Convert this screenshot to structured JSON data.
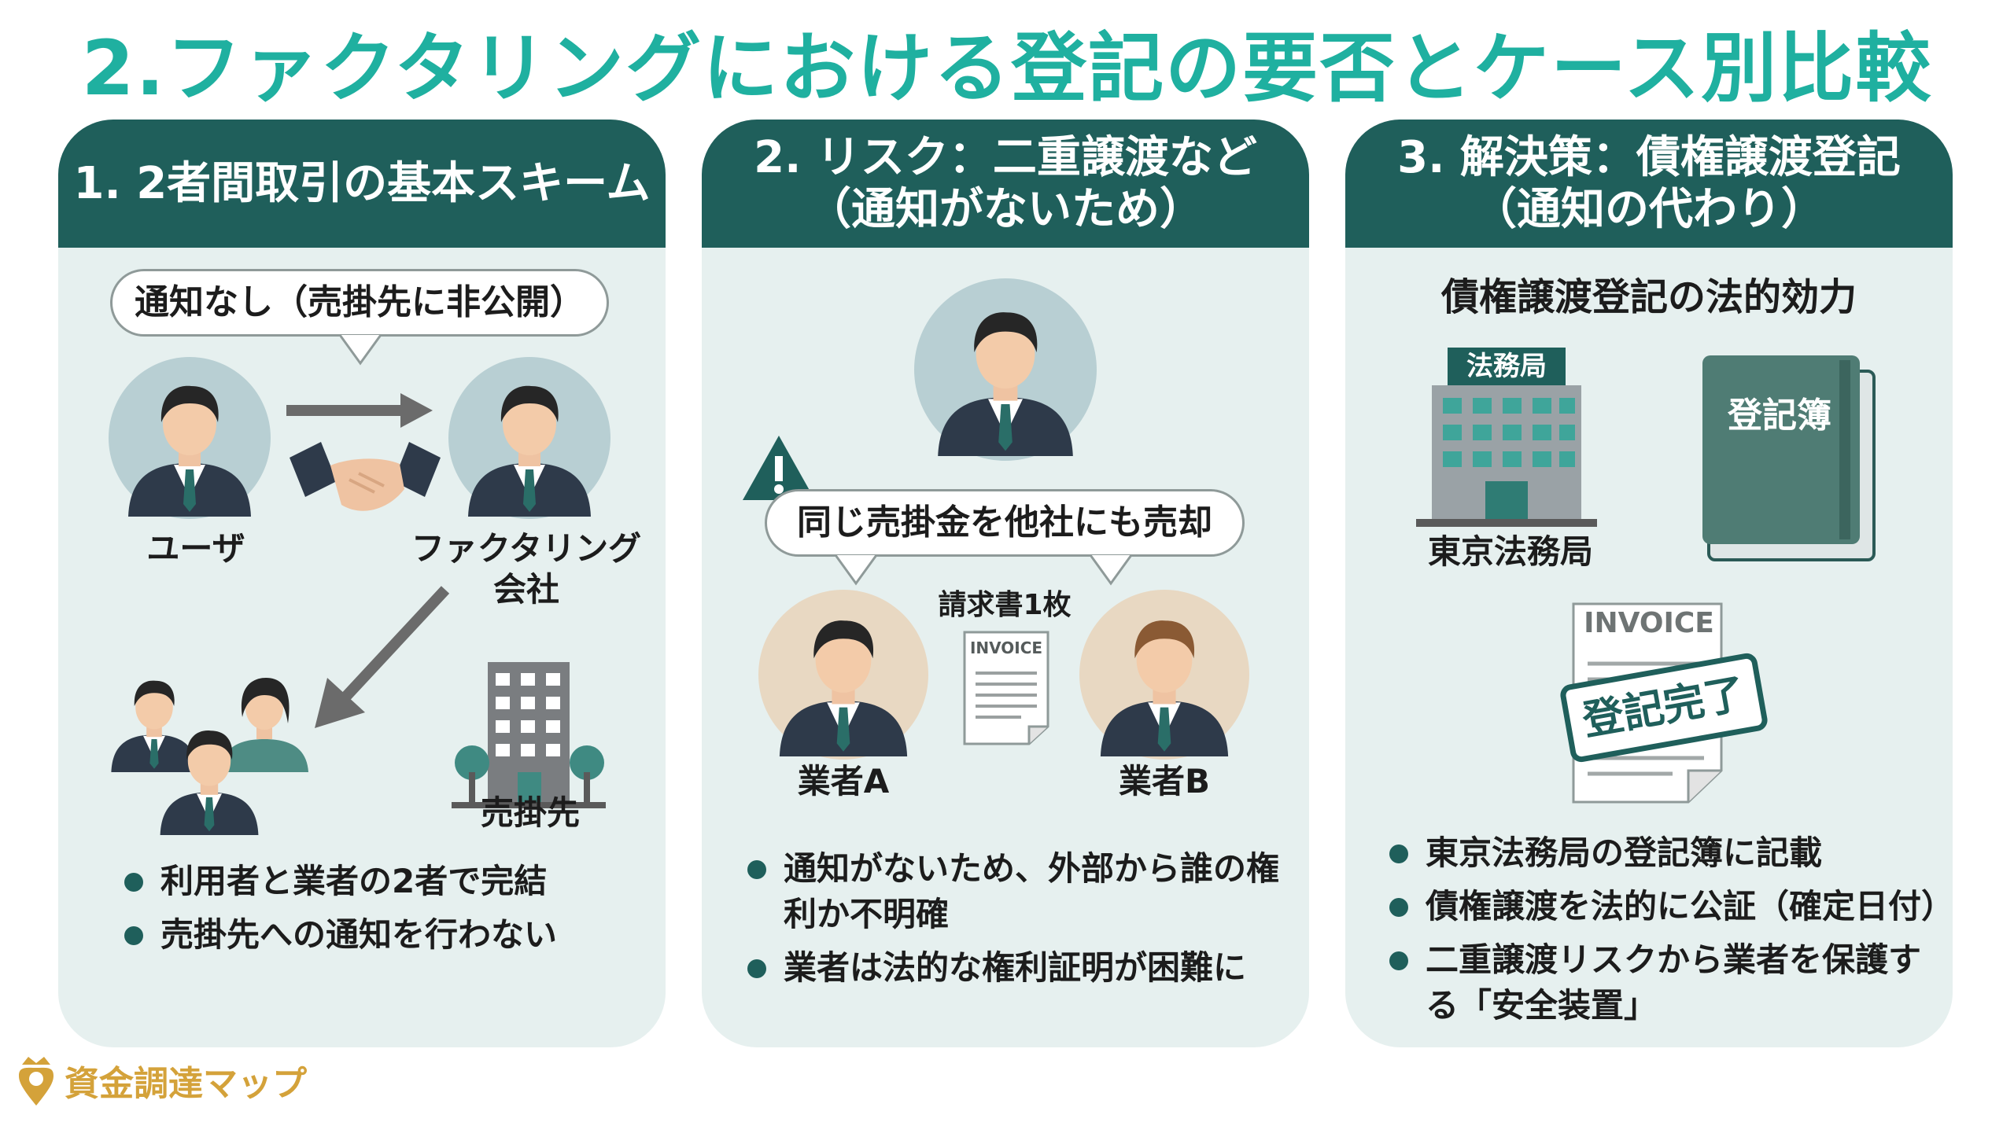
{
  "title": "2.ファクタリングにおける登記の要否とケース別比較",
  "panel1": {
    "heading": "1. 2者間取引の基本スキーム",
    "bubble": "通知なし（売掛先に非公開）",
    "user_label": "ユーザ",
    "company_label_1": "ファクタリング",
    "company_label_2": "会社",
    "client_label": "売掛先",
    "bullets": [
      "利用者と業者の2者で完結",
      "売掛先への通知を行わない"
    ]
  },
  "panel2": {
    "heading_1": "2. リスク：二重譲渡など",
    "heading_2": "（通知がないため）",
    "bubble": "同じ売掛金を他社にも売却",
    "invoice_caption": "請求書1枚",
    "invoice_text": "INVOICE",
    "vendor_a": "業者A",
    "vendor_b": "業者B",
    "bullets": [
      "通知がないため、外部から誰の権利か不明確",
      "業者は法的な権利証明が困難に"
    ]
  },
  "panel3": {
    "heading_1": "3. 解決策：債権譲渡登記",
    "heading_2": "（通知の代わり）",
    "subheading": "債権譲渡登記の法的効力",
    "bureau_sign": "法務局",
    "bureau_label": "東京法務局",
    "registry_book": "登記簿",
    "invoice_text": "INVOICE",
    "stamp": "登記完了",
    "bullets": [
      "東京法務局の登記簿に記載",
      "債権譲渡を法的に公証（確定日付）",
      "二重譲渡リスクから業者を保護する「安全装置」"
    ]
  },
  "brand": "資金調達マップ",
  "colors": {
    "title": "#1fb0a0",
    "panel_head": "#1f5f5b",
    "panel_bg": "#e6f0ef",
    "brand": "#d4a23a"
  }
}
